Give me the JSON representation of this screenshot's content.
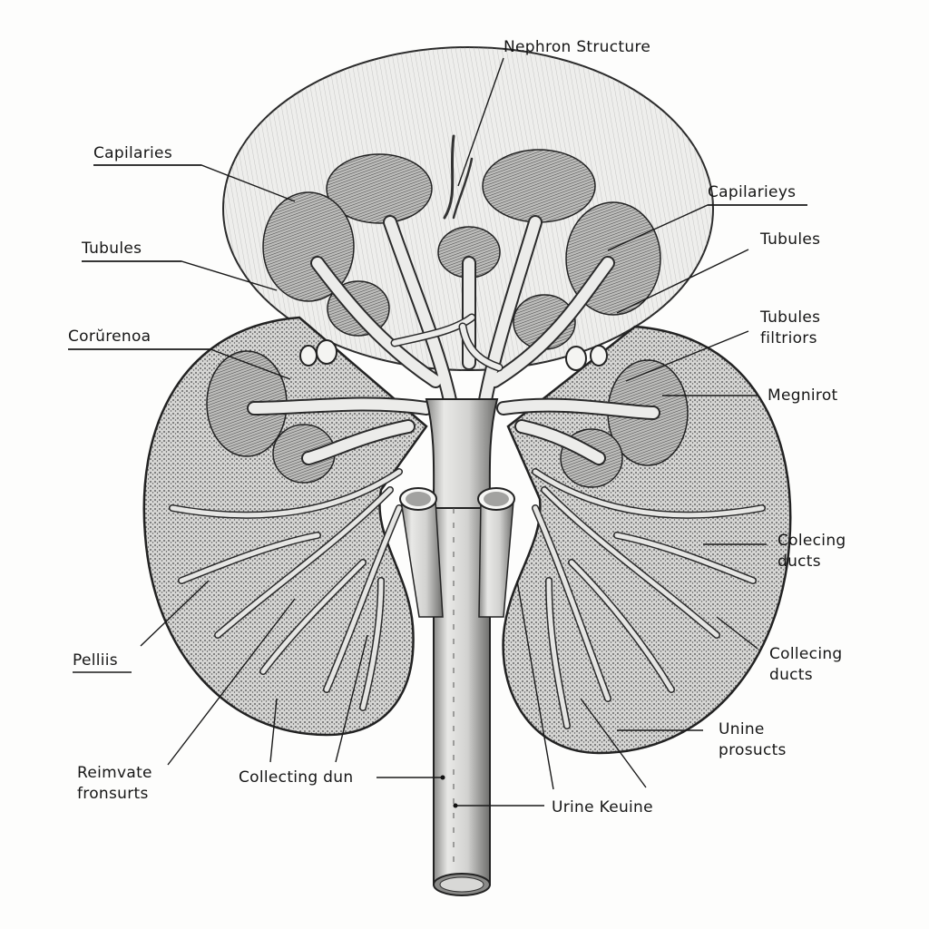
{
  "diagram": {
    "title": "Nephron Structure",
    "background": "#fdfdfc",
    "ink_color": "#161616",
    "subject": "kidney-nephron-illustration",
    "labels_left": [
      {
        "id": "capillaries-left",
        "text": "Capilaries",
        "lines": [
          "Capilaries"
        ]
      },
      {
        "id": "tubules-left",
        "text": "Tubules",
        "lines": [
          "Tubules"
        ]
      },
      {
        "id": "cortex",
        "text": "Corŭrenoa",
        "lines": [
          "Corŭrenoa"
        ]
      },
      {
        "id": "pelvis",
        "text": "Pelliis",
        "lines": [
          "Pelliis"
        ]
      },
      {
        "id": "reimvate",
        "text": "Reimvate fronsurts",
        "lines": [
          "Reimvate",
          "fronsurts"
        ]
      }
    ],
    "labels_right": [
      {
        "id": "capillaries-right",
        "text": "Capilarieys",
        "lines": [
          "Capilarieys"
        ]
      },
      {
        "id": "tubules-right",
        "text": "Tubules",
        "lines": [
          "Tubules"
        ]
      },
      {
        "id": "tubules-filtriors",
        "text": "Tubules filtriors",
        "lines": [
          "Tubules",
          "filtriors"
        ]
      },
      {
        "id": "megnirot",
        "text": "Megnirot",
        "lines": [
          "Megnirot"
        ]
      },
      {
        "id": "colecing-ducts",
        "text": "Colecing ducts",
        "lines": [
          "Colecing",
          "ducts"
        ]
      },
      {
        "id": "collecing-ducts",
        "text": "Collecing ducts",
        "lines": [
          "Collecing",
          "ducts"
        ]
      },
      {
        "id": "unine-prosucts",
        "text": "Unine prosucts",
        "lines": [
          "Unine",
          "prosucts"
        ]
      }
    ],
    "labels_bottom": [
      {
        "id": "collecting-dun",
        "text": "Collecting dun",
        "lines": [
          "Collecting dun"
        ]
      },
      {
        "id": "urine-keuine",
        "text": "Urine Keuine",
        "lines": [
          "Urine Keuine"
        ]
      }
    ]
  }
}
